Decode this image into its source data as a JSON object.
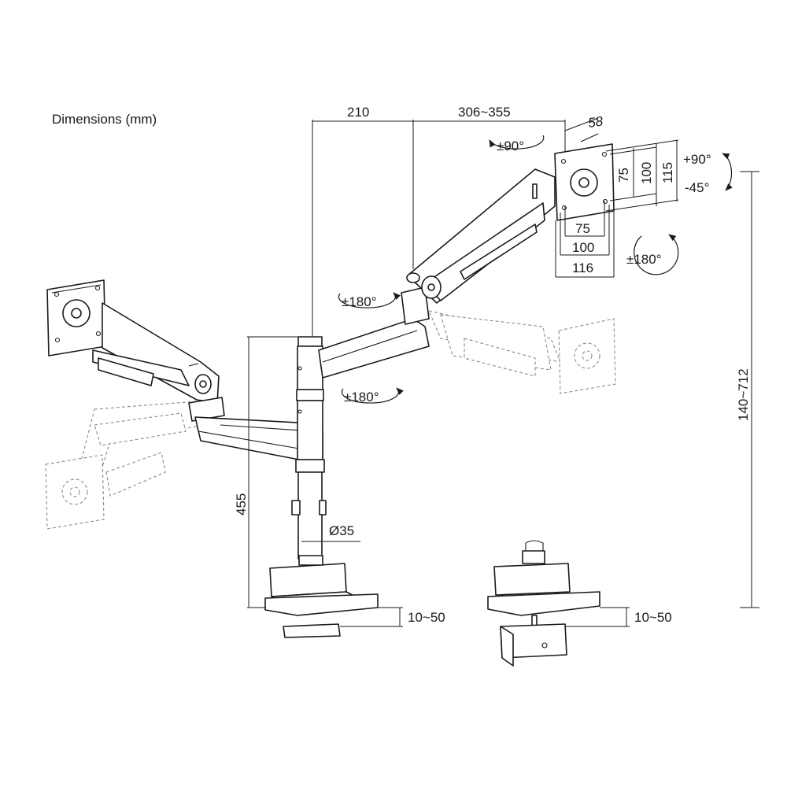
{
  "title": "Dimensions (mm)",
  "dimensions": {
    "arm_reach_inner": "210",
    "arm_reach_outer": "306~355",
    "plate_depth": "58",
    "vesa_75_v": "75",
    "vesa_100_v": "100",
    "plate_height": "115",
    "vesa_75_h": "75",
    "vesa_100_h": "100",
    "plate_width": "116",
    "pole_height": "455",
    "pole_diameter": "Ø35",
    "height_range": "140~712",
    "clamp_thickness_left": "10~50",
    "clamp_thickness_right": "10~50"
  },
  "rotations": {
    "swivel_head": "±90°",
    "tilt_up": "+90°",
    "tilt_down": "-45°",
    "rotate_plate": "±180°",
    "rotate_upper_arm": "±180°",
    "rotate_lower_arm": "±180°"
  }
}
